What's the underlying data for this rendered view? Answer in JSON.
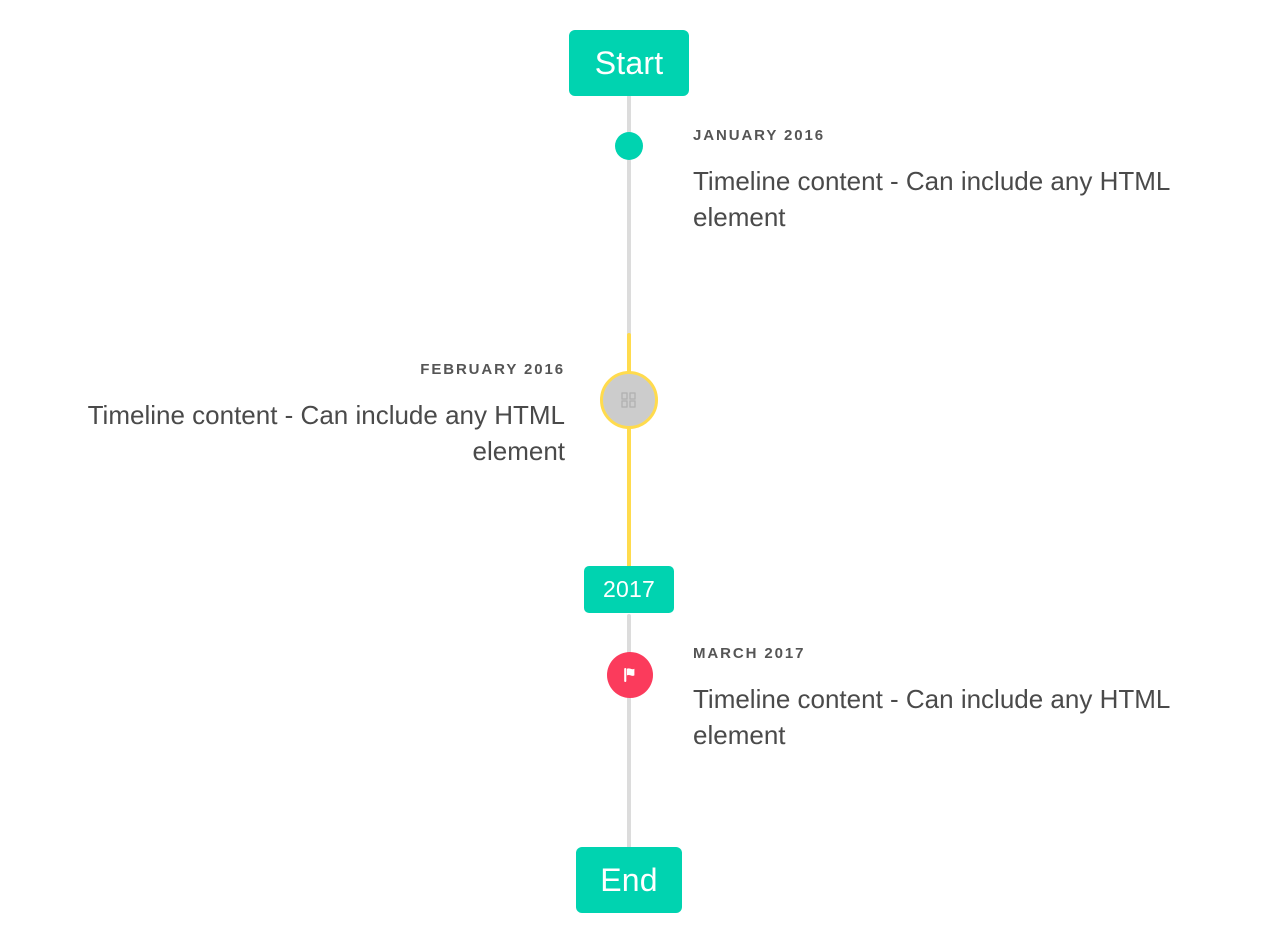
{
  "page": {
    "title": "Timeline",
    "background": "#ffffff"
  },
  "colors": {
    "accent_teal": "#00d3b0",
    "accent_yellow": "#ffdb4d",
    "accent_pink": "#fb3b5c",
    "rail_grey": "#dcdcdc",
    "marker_grey": "#cccccc",
    "date_text": "#555555",
    "body_text": "#4a4a4a"
  },
  "caps": {
    "start_label": "Start",
    "middle_label": "2017",
    "end_label": "End"
  },
  "events": [
    {
      "date": "JANUARY 2016",
      "text": "Timeline content - Can include any HTML element",
      "side": "right",
      "marker": "dot-icon",
      "marker_color": "#00d3b0"
    },
    {
      "date": "FEBRUARY 2016",
      "text": "Timeline content - Can include any HTML element",
      "side": "left",
      "marker": "placeholder-glyph-icon",
      "marker_color": "#cccccc"
    },
    {
      "date": "MARCH 2017",
      "text": "Timeline content - Can include any HTML element",
      "side": "right",
      "marker": "flag-icon",
      "marker_color": "#fb3b5c"
    }
  ],
  "rails": [
    {
      "name": "grey-top",
      "color": "#dcdcdc"
    },
    {
      "name": "yellow-middle",
      "color": "#ffdb4d"
    },
    {
      "name": "grey-bottom",
      "color": "#dcdcdc"
    }
  ]
}
